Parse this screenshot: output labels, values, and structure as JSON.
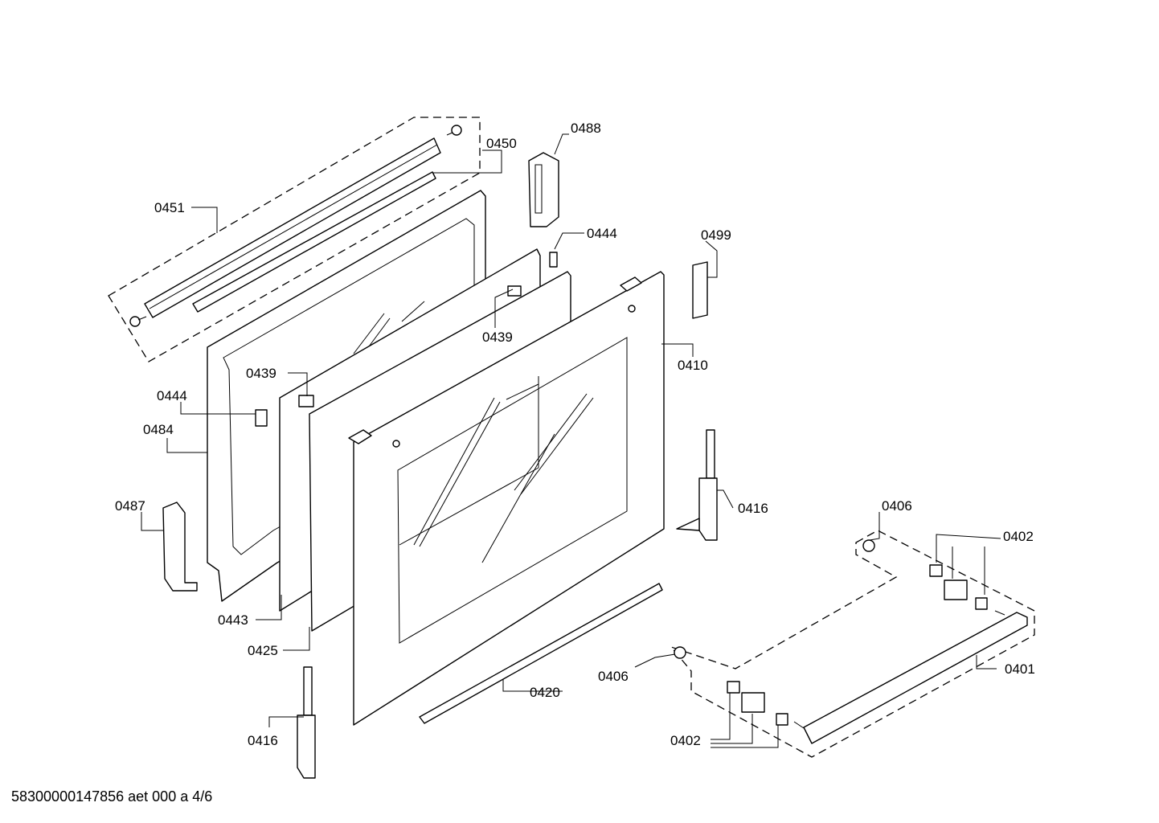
{
  "diagram": {
    "callouts": [
      {
        "id": "0450",
        "label": "0450"
      },
      {
        "id": "0488",
        "label": "0488"
      },
      {
        "id": "0451",
        "label": "0451"
      },
      {
        "id": "0444a",
        "label": "0444"
      },
      {
        "id": "0499",
        "label": "0499"
      },
      {
        "id": "0439a",
        "label": "0439"
      },
      {
        "id": "0410",
        "label": "0410"
      },
      {
        "id": "0439b",
        "label": "0439"
      },
      {
        "id": "0444b",
        "label": "0444"
      },
      {
        "id": "0484",
        "label": "0484"
      },
      {
        "id": "0416a",
        "label": "0416"
      },
      {
        "id": "0487",
        "label": "0487"
      },
      {
        "id": "0406a",
        "label": "0406"
      },
      {
        "id": "0402a",
        "label": "0402"
      },
      {
        "id": "0443",
        "label": "0443"
      },
      {
        "id": "0425",
        "label": "0425"
      },
      {
        "id": "0401",
        "label": "0401"
      },
      {
        "id": "0406b",
        "label": "0406"
      },
      {
        "id": "0420",
        "label": "0420"
      },
      {
        "id": "0416b",
        "label": "0416"
      },
      {
        "id": "0402b",
        "label": "0402"
      }
    ]
  },
  "footer": {
    "document_code": "58300000147856 aet 000 a 4/6"
  }
}
